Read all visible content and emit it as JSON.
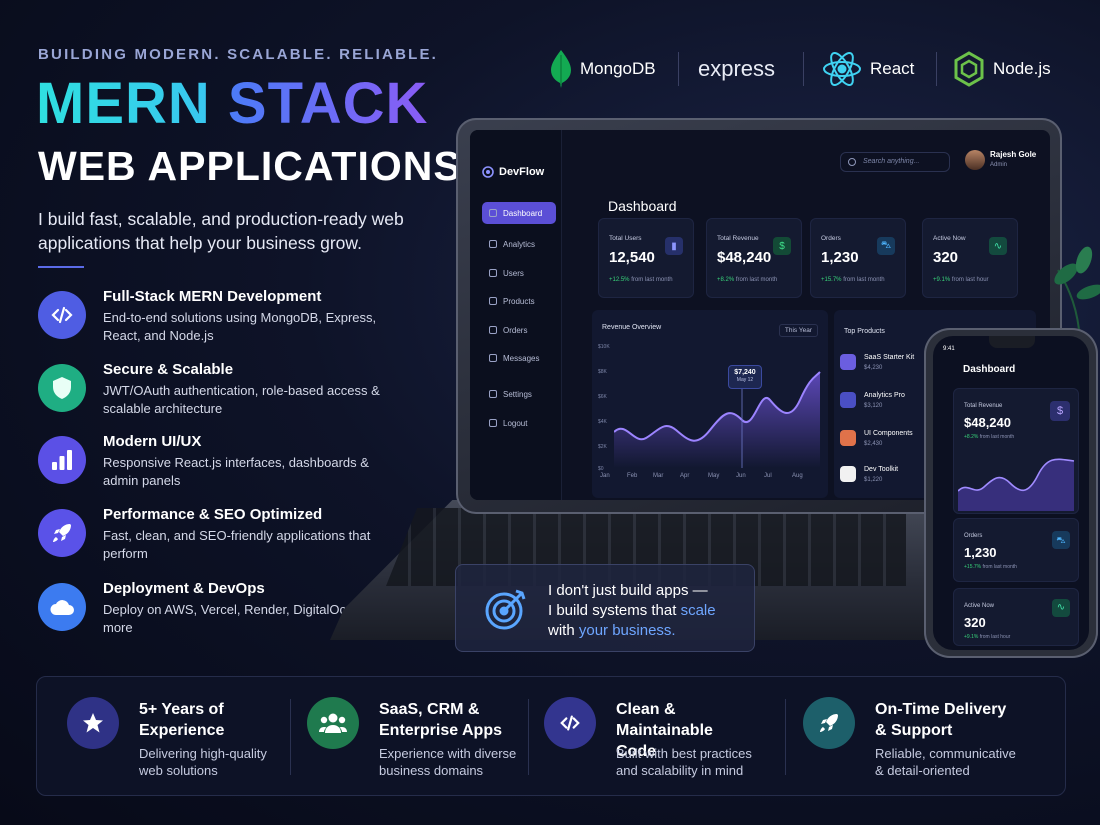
{
  "hero": {
    "tagline": "BUILDING MODERN. SCALABLE. RELIABLE.",
    "title_part1": "MERN",
    "title_part2": "STACK",
    "title_line2": "WEB APPLICATIONS",
    "intro": "I build fast, scalable, and production-ready web applications that help your business grow."
  },
  "features": [
    {
      "title": "Full-Stack MERN Development",
      "desc": "End-to-end solutions using MongoDB, Express, React, and Node.js",
      "icon": "code-icon",
      "color": "#4f5de3"
    },
    {
      "title": "Secure & Scalable",
      "desc": "JWT/OAuth authentication, role-based access & scalable architecture",
      "icon": "shield-icon",
      "color": "#1fae83"
    },
    {
      "title": "Modern UI/UX",
      "desc": "Responsive React.js interfaces, dashboards & admin panels",
      "icon": "bar-chart-icon",
      "color": "#5b50e6"
    },
    {
      "title": "Performance & SEO Optimized",
      "desc": "Fast, clean, and SEO-friendly applications that perform",
      "icon": "rocket-icon",
      "color": "#5a52e8"
    },
    {
      "title": "Deployment & DevOps",
      "desc": "Deploy on AWS, Vercel, Render, DigitalOcean & more",
      "icon": "cloud-icon",
      "color": "#3c7bf0"
    }
  ],
  "tech": {
    "mongodb": "MongoDB",
    "express": "express",
    "react": "React",
    "node": "Node.js"
  },
  "dashboard": {
    "brand": "DevFlow",
    "title": "Dashboard",
    "search_placeholder": "Search anything...",
    "user_name": "Rajesh Gole",
    "user_role": "Admin",
    "nav": [
      "Dashboard",
      "Analytics",
      "Users",
      "Products",
      "Orders",
      "Messages",
      "Settings",
      "Logout"
    ],
    "cards": [
      {
        "label": "Total Users",
        "value": "12,540",
        "change": "+12.5%",
        "note": "from last month",
        "icon": "bar-chart-icon",
        "color": "#4d5ac8"
      },
      {
        "label": "Total Revenue",
        "value": "$48,240",
        "change": "+8.2%",
        "note": "from last month",
        "icon": "dollar-icon",
        "color": "#1e8f5c"
      },
      {
        "label": "Orders",
        "value": "1,230",
        "change": "+15.7%",
        "note": "from last month",
        "icon": "cart-icon",
        "color": "#1f6fa8"
      },
      {
        "label": "Active Now",
        "value": "320",
        "change": "+9.1%",
        "note": "from last hour",
        "icon": "pulse-icon",
        "color": "#1e8f6c"
      }
    ],
    "revenue": {
      "title": "Revenue Overview",
      "period": "This Year",
      "tooltip_value": "$7,240",
      "tooltip_date": "May 12",
      "y_ticks": [
        "$10K",
        "$8K",
        "$6K",
        "$4K",
        "$2K",
        "$0"
      ],
      "months": [
        "Jan",
        "Feb",
        "Mar",
        "Apr",
        "May",
        "Jun",
        "Jul",
        "Aug"
      ]
    },
    "top_products_title": "Top Products",
    "products": [
      {
        "name": "SaaS Starter Kit",
        "price": "$4,230",
        "color": "#6b5ee0"
      },
      {
        "name": "Analytics Pro",
        "price": "$3,120",
        "color": "#4a4fc4"
      },
      {
        "name": "UI Components",
        "price": "$2,430",
        "color": "#e0724a"
      },
      {
        "name": "Dev Toolkit",
        "price": "$1,220",
        "color": "#f1f1f1"
      }
    ]
  },
  "phone": {
    "time": "9:41",
    "title": "Dashboard",
    "cards": [
      {
        "label": "Total Revenue",
        "value": "$48,240",
        "change": "+8.2%",
        "note": "from last month"
      },
      {
        "label": "Orders",
        "value": "1,230",
        "change": "+15.7%",
        "note": "from last month"
      },
      {
        "label": "Active Now",
        "value": "320",
        "change": "+9.1%",
        "note": "from last hour"
      }
    ]
  },
  "callout": {
    "line1": "I don't just build apps —",
    "line2_a": "I build systems that",
    "line2_b": "scale",
    "line3_a": "with",
    "line3_b": "your business."
  },
  "stats": [
    {
      "title": "5+ Years of Experience",
      "desc": "Delivering high-quality web solutions",
      "icon": "star-icon",
      "color": "#3b3f9c"
    },
    {
      "title": "SaaS, CRM & Enterprise Apps",
      "desc": "Experience with diverse business domains",
      "icon": "users-icon",
      "color": "#1f8a57"
    },
    {
      "title": "Clean & Maintainable Code",
      "desc": "Built with best practices and scalability in mind",
      "icon": "code-icon",
      "color": "#3d3fb0"
    },
    {
      "title": "On-Time Delivery & Support",
      "desc": "Reliable, communicative & detail-oriented",
      "icon": "rocket-icon",
      "color": "#1f6f7a"
    }
  ]
}
